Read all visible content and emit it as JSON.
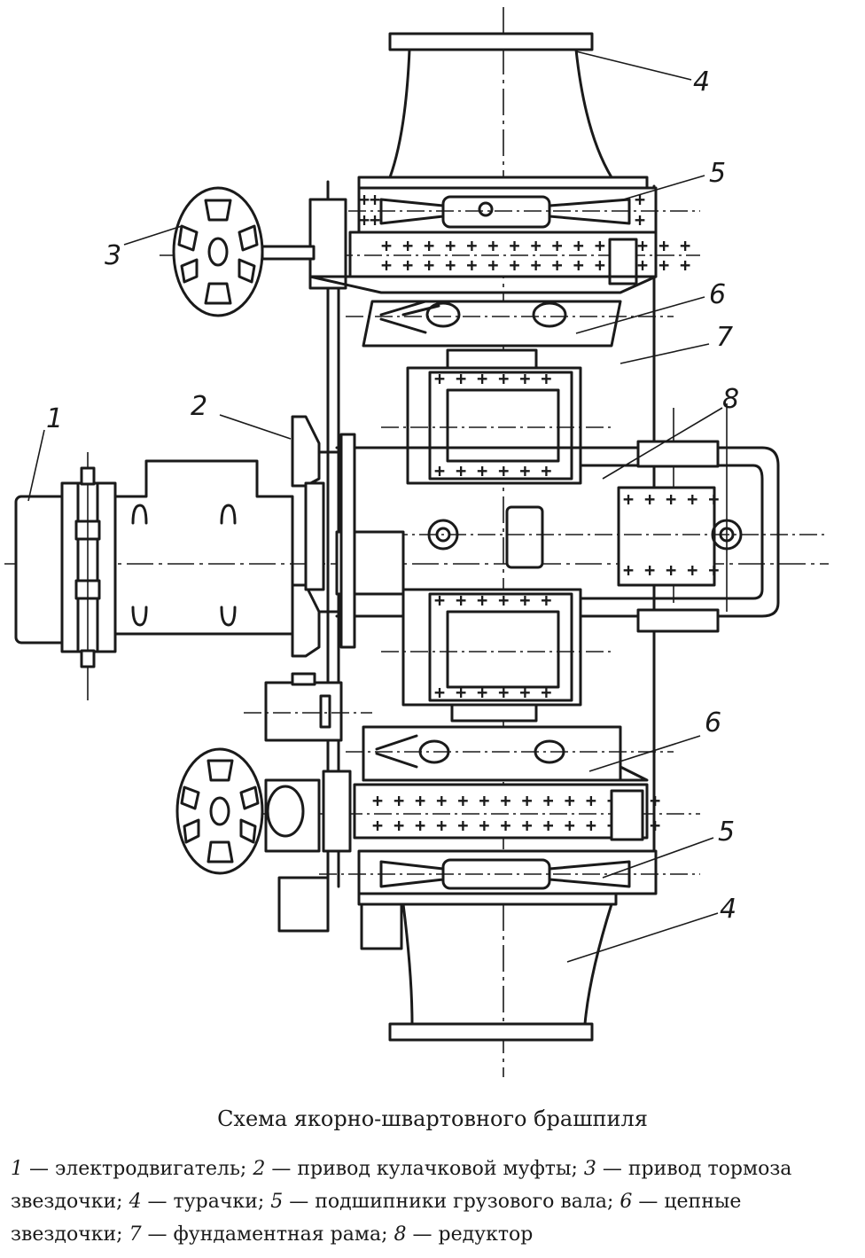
{
  "diagram": {
    "callouts": [
      "1",
      "2",
      "3",
      "4",
      "5",
      "6",
      "6",
      "7",
      "8",
      "5",
      "4"
    ]
  },
  "caption": "Схема якорно-швартовного брашпиля",
  "legend": [
    {
      "n": "1",
      "t": " — электродвигатель; "
    },
    {
      "n": "2",
      "t": " — привод кулачковой муфты; "
    },
    {
      "n": "3",
      "t": " — привод тормоза звездочки; "
    },
    {
      "n": "4",
      "t": " — турачки; "
    },
    {
      "n": "5",
      "t": " — подшипники грузового вала; "
    },
    {
      "n": "6",
      "t": " — цепные звездочки; "
    },
    {
      "n": "7",
      "t": " — фундаментная рама; "
    },
    {
      "n": "8",
      "t": " — редуктор"
    }
  ]
}
